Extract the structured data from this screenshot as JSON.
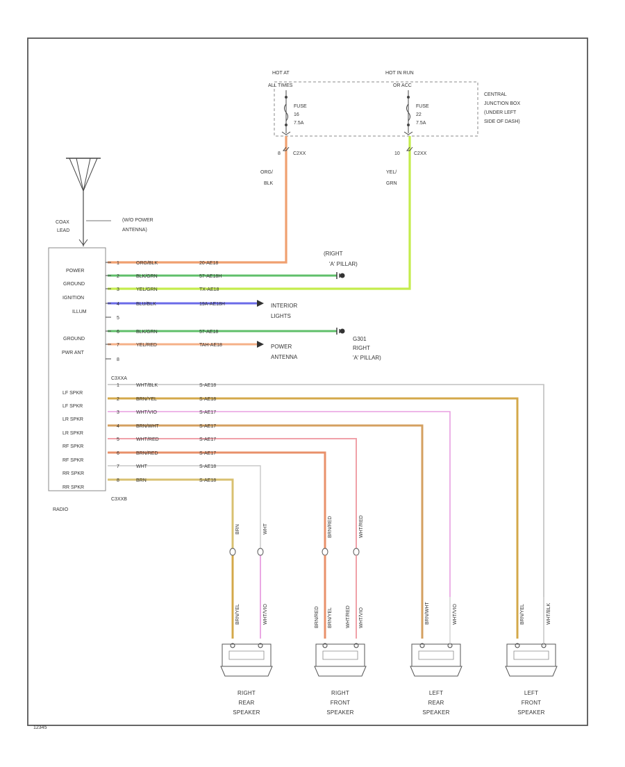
{
  "diagram_id": "12345",
  "fuse_box": {
    "left_header": [
      "HOT AT",
      "ALL TIMES"
    ],
    "right_header": [
      "HOT IN RUN",
      "OR ACC"
    ],
    "left_fuse": [
      "FUSE",
      "16",
      "7.5A"
    ],
    "right_fuse": [
      "FUSE",
      "22",
      "7.5A"
    ],
    "location": [
      "CENTRAL",
      "JUNCTION BOX",
      "(UNDER LEFT",
      "SIDE OF DASH)"
    ]
  },
  "feeds": {
    "left_pin": "8",
    "left_conn": "C2XX",
    "left_wire": [
      "ORG/",
      "BLK"
    ],
    "right_pin": "10",
    "right_conn": "C2XX",
    "right_wire": [
      "YEL/",
      "GRN"
    ]
  },
  "antenna": {
    "coax": [
      "COAX",
      "LEAD"
    ],
    "note": [
      "(W/O POWER",
      "ANTENNA)"
    ]
  },
  "radio": {
    "name": "RADIO",
    "conn_top": "C3XXA",
    "conn_bottom": "C3XXB",
    "functions": [
      "POWER",
      "GROUND",
      "IGNITION",
      "ILLUM",
      "",
      "GROUND",
      "PWR ANT",
      "",
      "LF SPKR",
      "LF SPKR",
      "LR SPKR",
      "LR SPKR",
      "RF SPKR",
      "RF SPKR",
      "RR SPKR",
      "RR SPKR"
    ]
  },
  "wires_a": [
    {
      "pin": "1",
      "color_name": "ORG/BLK",
      "circuit": "20-AE18",
      "color": "#f0a070"
    },
    {
      "pin": "2",
      "color_name": "BLK/GRN",
      "circuit": "57-AE18H",
      "color": "#5fbf6a"
    },
    {
      "pin": "3",
      "color_name": "YEL/GRN",
      "circuit": "TX-AE18",
      "color": "#c4ec4c"
    },
    {
      "pin": "4",
      "color_name": "BLU/BLK",
      "circuit": "19A-AE18H",
      "color": "#6a6ae8"
    },
    {
      "pin": "5",
      "color_name": "",
      "circuit": "",
      "color": ""
    },
    {
      "pin": "6",
      "color_name": "BLK/GRN",
      "circuit": "57-AE18",
      "color": "#5fbf6a"
    },
    {
      "pin": "7",
      "color_name": "YEL/RED",
      "circuit": "TAH-AE18",
      "color": "#f5b088"
    },
    {
      "pin": "8",
      "color_name": "",
      "circuit": "",
      "color": ""
    }
  ],
  "wires_a_destinations": {
    "ground_top": [
      "(RIGHT",
      "'A' PILLAR)"
    ],
    "illum": [
      "INTERIOR",
      "LIGHTS"
    ],
    "ground_bottom": [
      "G301",
      "RIGHT",
      "'A' PILLAR)"
    ],
    "power_antenna": [
      "POWER",
      "ANTENNA"
    ]
  },
  "wires_b": [
    {
      "pin": "1",
      "color_name": "WHT/BLK",
      "circuit": "S-AE18",
      "color": "#c0c0c0"
    },
    {
      "pin": "2",
      "color_name": "BRN/YEL",
      "circuit": "S-AE18",
      "color": "#d4a84a"
    },
    {
      "pin": "3",
      "color_name": "WHT/VIO",
      "circuit": "S-AE17",
      "color": "#e89ee0"
    },
    {
      "pin": "4",
      "color_name": "BRN/WHT",
      "circuit": "S-AE17",
      "color": "#d4a060"
    },
    {
      "pin": "5",
      "color_name": "WHT/RED",
      "circuit": "S-AE17",
      "color": "#f0a0a8"
    },
    {
      "pin": "6",
      "color_name": "BRN/RED",
      "circuit": "S-AE17",
      "color": "#e8906a"
    },
    {
      "pin": "7",
      "color_name": "WHT",
      "circuit": "S-AE18",
      "color": "#c8c8c8"
    },
    {
      "pin": "8",
      "color_name": "BRN",
      "circuit": "S-AE18",
      "color": "#d8c070"
    }
  ],
  "speaker_wire_labels": {
    "rr_a_top": "BRN",
    "rr_b_top": "WHT",
    "rr_a_bot": "BRN/YEL",
    "rr_b_bot": "WHT/VIO",
    "rf_a_top": "BRN/RED",
    "rf_b_top": "WHT/RED",
    "rf_a_bot": "BRN/RED",
    "rf_a_bot2": "BRN/YEL",
    "rf_b_bot": "WHT/RED",
    "rf_b_bot2": "WHT/VIO",
    "lr_a": "BRN/WHT",
    "lr_b": "WHT/VIO",
    "lf_a": "BRN/YEL",
    "lf_b": "WHT/BLK"
  },
  "speakers": [
    {
      "name": [
        "RIGHT",
        "REAR",
        "SPEAKER"
      ]
    },
    {
      "name": [
        "RIGHT",
        "FRONT",
        "SPEAKER"
      ]
    },
    {
      "name": [
        "LEFT",
        "REAR",
        "SPEAKER"
      ]
    },
    {
      "name": [
        "LEFT",
        "FRONT",
        "SPEAKER"
      ]
    }
  ],
  "colors": {
    "outline": "#555555",
    "orange": "#f0a070",
    "lime": "#c4ec4c"
  }
}
